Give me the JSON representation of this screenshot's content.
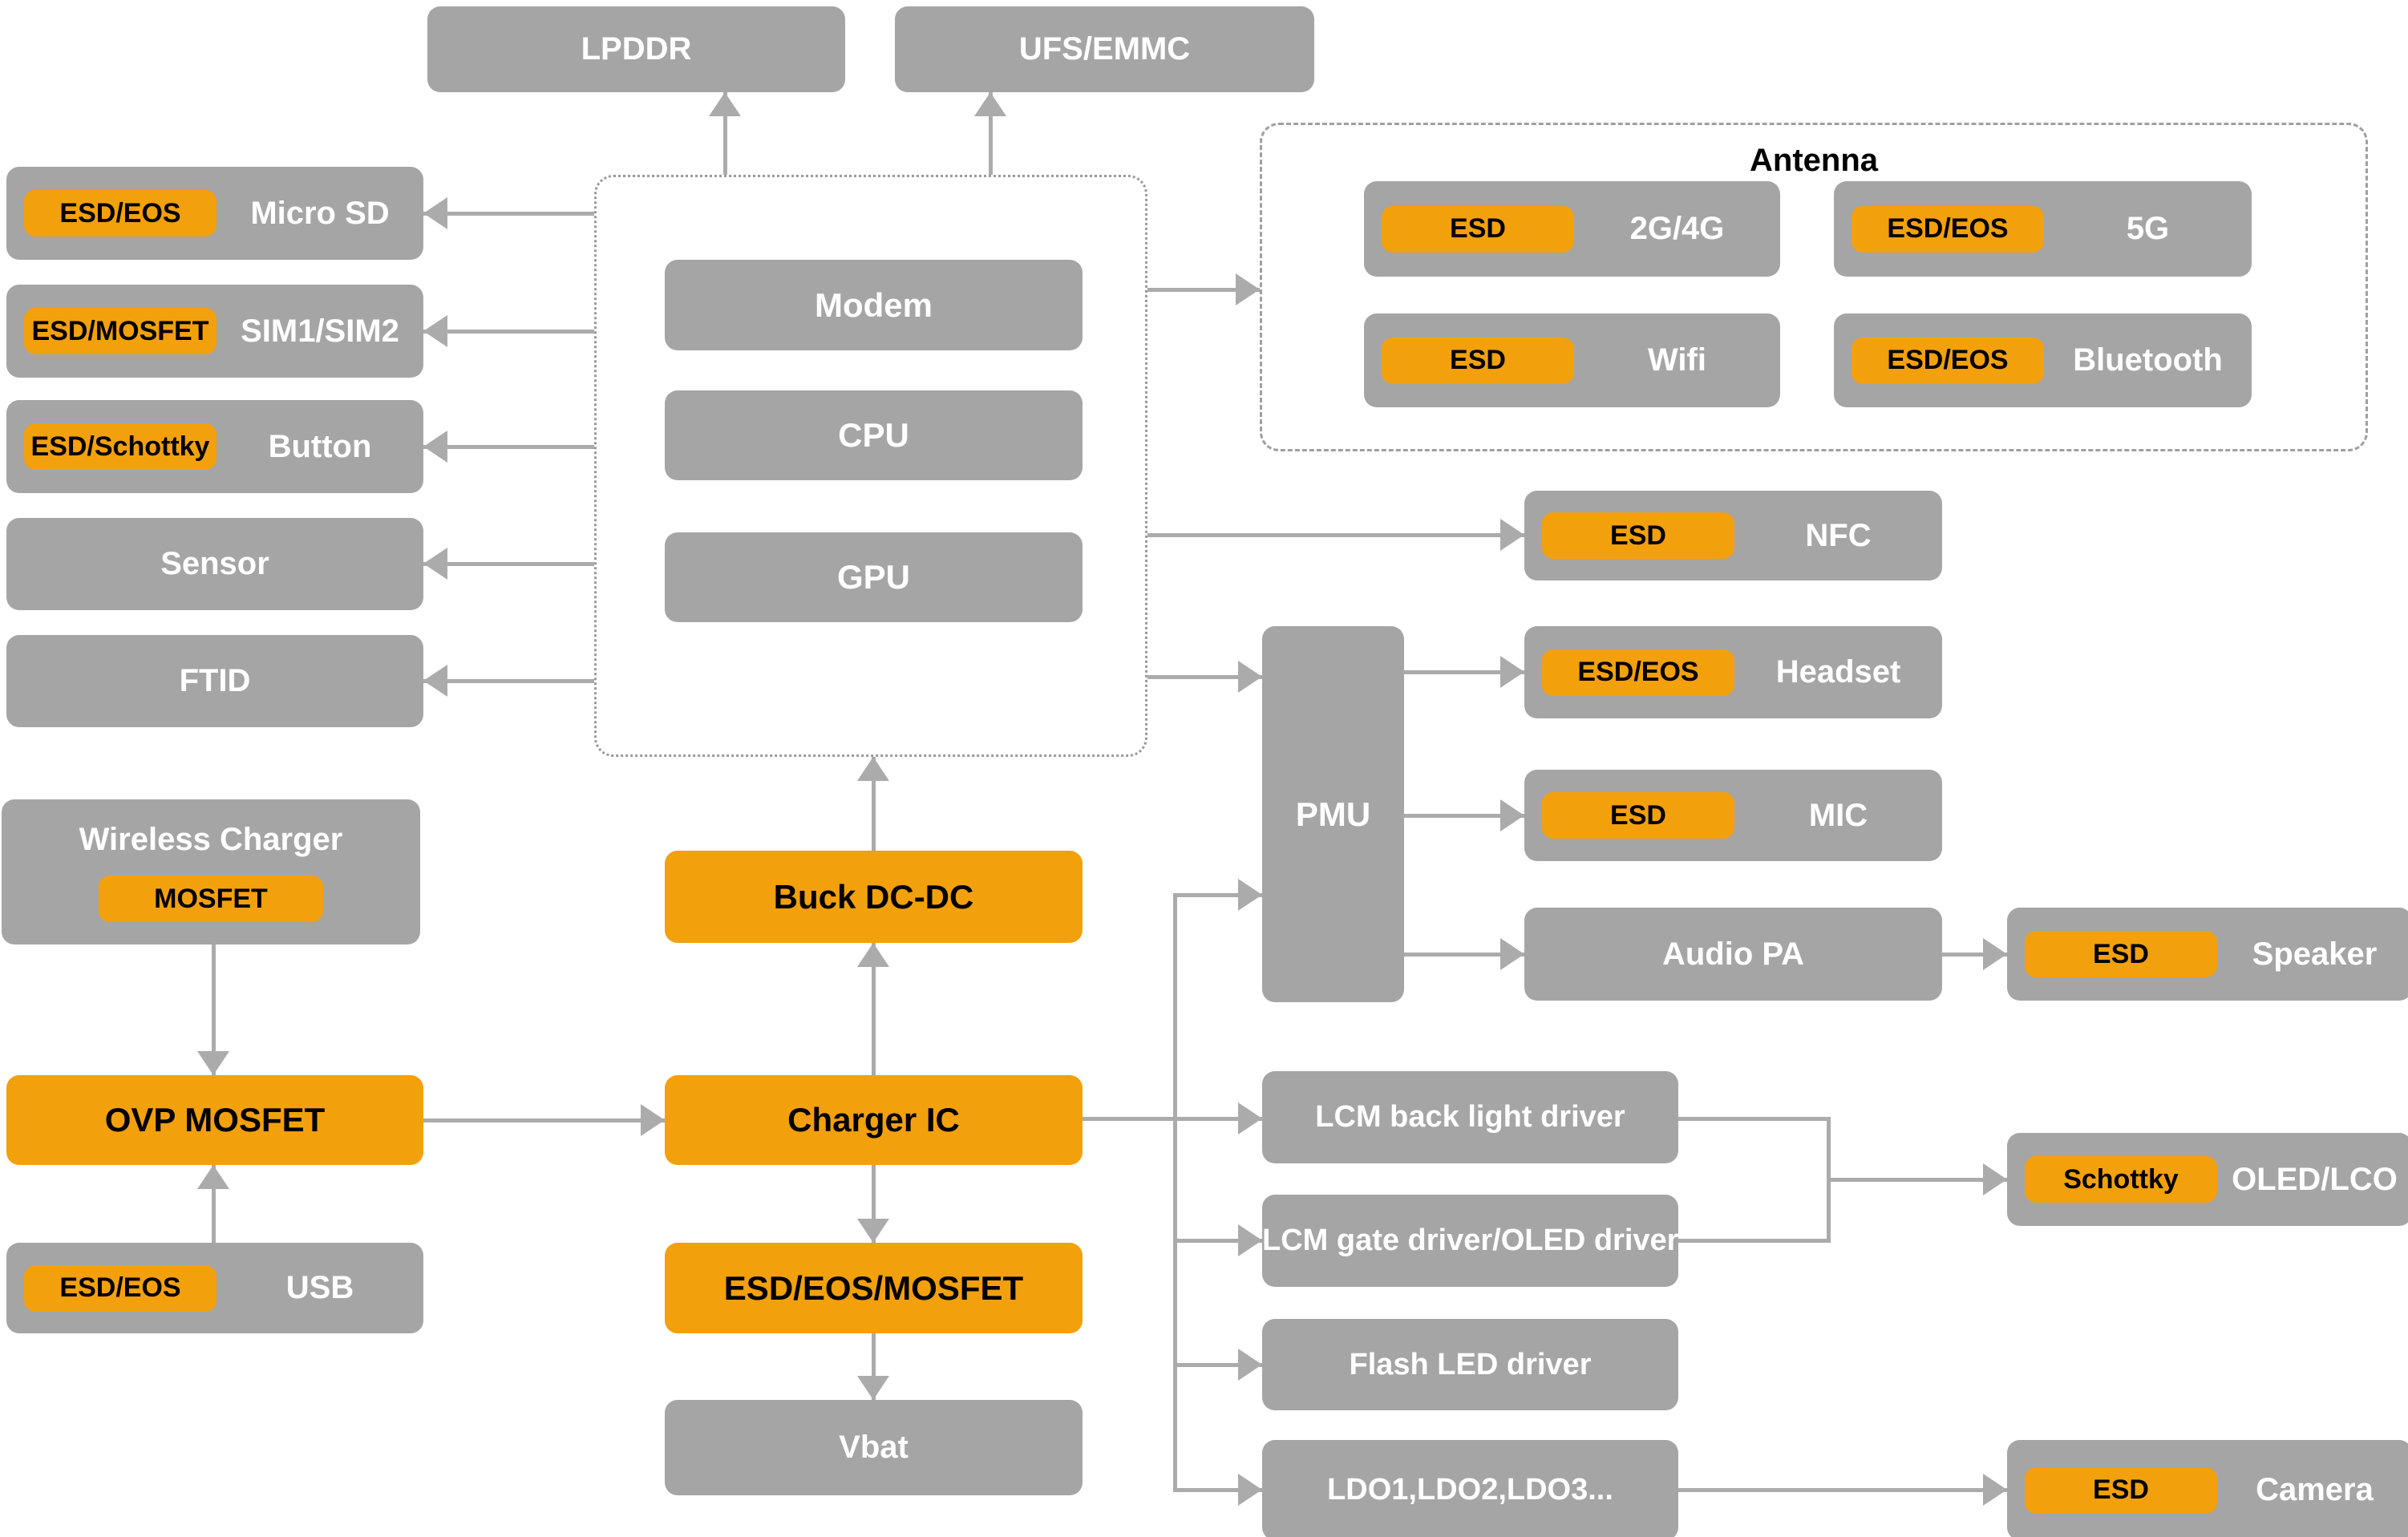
{
  "palette": {
    "box_gray": "#a5a5a5",
    "accent_orange": "#f3a00d",
    "connector_gray": "#ababab",
    "label_white": "#ffffff",
    "badge_text": "#000000"
  },
  "memory": {
    "lpddr": "LPDDR",
    "ufs": "UFS/EMMC"
  },
  "soc": {
    "modem": "Modem",
    "cpu": "CPU",
    "gpu": "GPU"
  },
  "left": {
    "micro_sd": {
      "badge": "ESD/EOS",
      "label": "Micro SD"
    },
    "sim": {
      "badge": "ESD/MOSFET",
      "label": "SIM1/SIM2"
    },
    "button": {
      "badge": "ESD/Schottky",
      "label": "Button"
    },
    "sensor": {
      "label": "Sensor"
    },
    "ftid": {
      "label": "FTID"
    },
    "wireless_charger": {
      "label": "Wireless Charger",
      "badge": "MOSFET"
    },
    "ovp": {
      "label": "OVP MOSFET"
    },
    "usb": {
      "badge": "ESD/EOS",
      "label": "USB"
    }
  },
  "power": {
    "buck": "Buck DC-DC",
    "charger_ic": "Charger IC",
    "esd_eos_mosfet": "ESD/EOS/MOSFET",
    "vbat": "Vbat"
  },
  "antenna": {
    "title": "Antenna",
    "cells": [
      {
        "badge": "ESD",
        "label": "2G/4G"
      },
      {
        "badge": "ESD/EOS",
        "label": "5G"
      },
      {
        "badge": "ESD",
        "label": "Wifi"
      },
      {
        "badge": "ESD/EOS",
        "label": "Bluetooth"
      }
    ]
  },
  "peripherals": {
    "nfc": {
      "badge": "ESD",
      "label": "NFC"
    },
    "pmu": {
      "label": "PMU"
    },
    "headset": {
      "badge": "ESD/EOS",
      "label": "Headset"
    },
    "mic": {
      "badge": "ESD",
      "label": "MIC"
    },
    "audio_pa": {
      "label": "Audio PA"
    },
    "speaker": {
      "badge": "ESD",
      "label": "Speaker"
    },
    "lcm_backlight": {
      "label": "LCM back light driver"
    },
    "lcm_gate": {
      "label": "LCM gate driver/OLED driver"
    },
    "flash_led": {
      "label": "Flash LED driver"
    },
    "ldo": {
      "label": "LDO1,LDO2,LDO3..."
    },
    "oled": {
      "badge": "Schottky",
      "label": "OLED/LCO"
    },
    "camera": {
      "badge": "ESD",
      "label": "Camera"
    }
  }
}
